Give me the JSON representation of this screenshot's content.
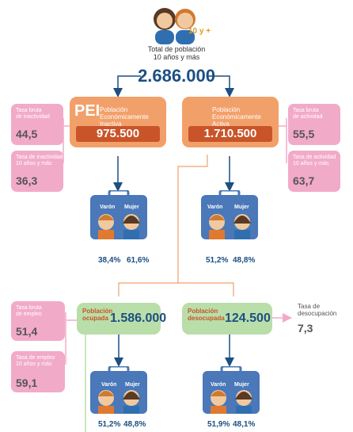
{
  "header": {
    "age_tag": "10 y +",
    "total_label_line1": "Total de población",
    "total_label_line2": "10 años y más",
    "total_value": "2.686.000"
  },
  "pei": {
    "abbr": "PEI",
    "label_line1": "Población Económicamente",
    "label_line2": "Inactiva",
    "value": "975.500",
    "male_label": "Varón",
    "female_label": "Mujer",
    "male_pct": "38,4%",
    "female_pct": "61,6%"
  },
  "pea": {
    "label_line1": "Población Económicamente",
    "label_line2": "Activa",
    "value": "1.710.500",
    "male_label": "Varón",
    "female_label": "Mujer",
    "male_pct": "51,2%",
    "female_pct": "48,8%"
  },
  "rates": {
    "inactivity_gross_line1": "Tasa bruta",
    "inactivity_gross_line2": "de inactividad",
    "inactivity_gross_value": "44,5",
    "inactivity_10_line1": "Tasa de inactividad",
    "inactivity_10_line2": "10 años y más",
    "inactivity_10_value": "36,3",
    "activity_gross_line1": "Tasa bruta",
    "activity_gross_line2": "de actividad",
    "activity_gross_value": "55,5",
    "activity_10_line1": "Tasa de actividad",
    "activity_10_line2": "10 años y más",
    "activity_10_value": "63,7",
    "employment_gross_line1": "Tasa bruta",
    "employment_gross_line2": "de empleo",
    "employment_gross_value": "51,4",
    "employment_10_line1": "Tasa de empleo",
    "employment_10_line2": "10 años y más",
    "employment_10_value": "59,1",
    "unemployment_line1": "Tasa de",
    "unemployment_line2": "desocupación",
    "unemployment_value": "7,3"
  },
  "ocupada": {
    "label_line1": "Población",
    "label_line2": "ocupada",
    "value": "1.586.000",
    "male_label": "Varón",
    "female_label": "Mujer",
    "male_pct": "51,2%",
    "female_pct": "48,8%"
  },
  "desocupada": {
    "label_line1": "Población",
    "label_line2": "desocupada",
    "value": "124.500",
    "male_label": "Varón",
    "female_label": "Mujer",
    "male_pct": "51,9%",
    "female_pct": "48,1%"
  },
  "colors": {
    "orange_box": "#f2a06a",
    "orange_dark": "#c9542a",
    "pink": "#f2aac9",
    "green": "#b9dea9",
    "navy": "#1c4f82",
    "case_blue": "#4a78b8"
  }
}
